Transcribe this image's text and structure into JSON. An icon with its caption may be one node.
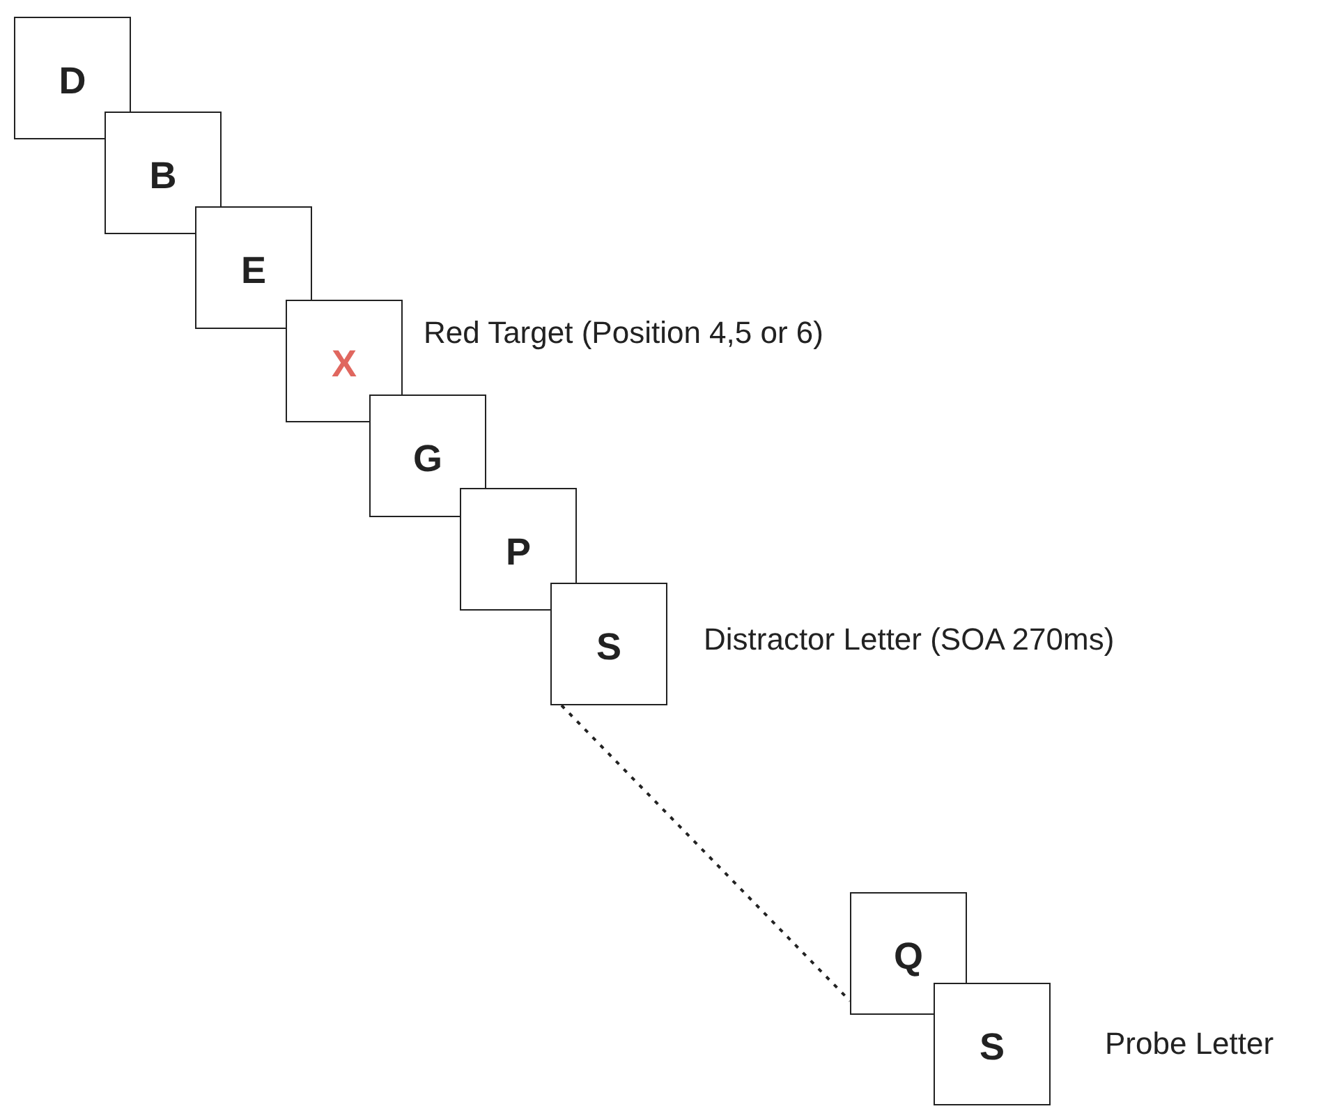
{
  "diagram": {
    "nodes": [
      {
        "text": [
          "D"
        ]
      },
      {
        "text": [
          "B"
        ]
      },
      {
        "text": [
          "E"
        ]
      },
      {
        "text": [
          "X"
        ],
        "beside": [
          "Red Target (Position 4,5 or 6)"
        ]
      },
      {
        "text": [
          "G"
        ]
      },
      {
        "text": [
          "P"
        ]
      },
      {
        "text": [
          "S"
        ],
        "beside": [
          "Distractor Letter (SOA 270ms)"
        ]
      },
      {
        "text": [
          "Q"
        ]
      },
      {
        "text": [
          "S"
        ],
        "beside": [
          "Probe Letter"
        ]
      }
    ],
    "edges": [
      {
        "from": 6,
        "to": 7,
        "arrow": "none",
        "style": "dashed"
      }
    ]
  }
}
